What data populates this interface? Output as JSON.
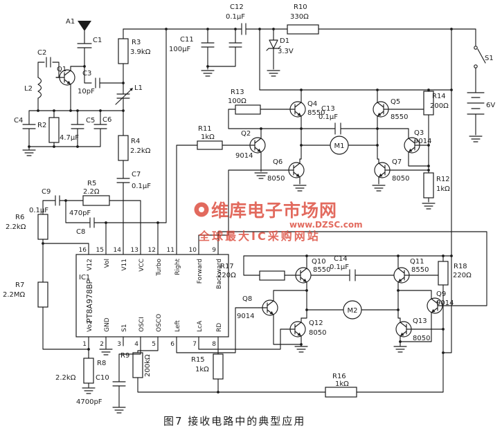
{
  "caption": "图7  接收电路中的典型应用",
  "watermark": {
    "brand": "维库电子市场网",
    "url": "www.DZSC.com",
    "tagline": "全球最大IC采购网站"
  },
  "ic": {
    "ref": "IC1",
    "part": "PT8A978BP",
    "top_pins": [
      {
        "num": "16",
        "label": "V12"
      },
      {
        "num": "15",
        "label": "Vol"
      },
      {
        "num": "14",
        "label": "V11"
      },
      {
        "num": "13",
        "label": "VCC"
      },
      {
        "num": "12",
        "label": "Turbo"
      },
      {
        "num": "11",
        "label": "Right"
      },
      {
        "num": "10",
        "label": "Forward"
      },
      {
        "num": "9",
        "label": "Backward"
      }
    ],
    "bottom_pins": [
      {
        "num": "1",
        "label": "Vo2"
      },
      {
        "num": "2",
        "label": "GND"
      },
      {
        "num": "3",
        "label": "S1"
      },
      {
        "num": "4",
        "label": "OSCI"
      },
      {
        "num": "5",
        "label": "OSCO"
      },
      {
        "num": "6",
        "label": "Left"
      },
      {
        "num": "7",
        "label": "LcA"
      },
      {
        "num": "8",
        "label": "RD"
      }
    ]
  },
  "components": {
    "a1": {
      "ref": "A1"
    },
    "c1": {
      "ref": "C1"
    },
    "c2": {
      "ref": "C2"
    },
    "q1": {
      "ref": "Q1"
    },
    "l2": {
      "ref": "L2"
    },
    "c3": {
      "ref": "C3",
      "val": "10pF"
    },
    "l1": {
      "ref": "L1"
    },
    "r3": {
      "ref": "R3",
      "val": "3.9kΩ"
    },
    "c4": {
      "ref": "C4"
    },
    "r2": {
      "ref": "R2"
    },
    "c5": {
      "ref": "C5",
      "val": "4.7μF"
    },
    "c6": {
      "ref": "C6"
    },
    "r4": {
      "ref": "R4",
      "val": "2.2kΩ"
    },
    "c7": {
      "ref": "C7",
      "val": "0.1μF"
    },
    "c9": {
      "ref": "C9",
      "val": "0.1μF"
    },
    "r5": {
      "ref": "R5",
      "val": "2.2Ω"
    },
    "c8": {
      "ref": "C8",
      "val": "470pF"
    },
    "r6": {
      "ref": "R6",
      "val": "2.2kΩ"
    },
    "r7": {
      "ref": "R7",
      "val": "2.2MΩ"
    },
    "r8": {
      "ref": "R8",
      "val": "2.2kΩ"
    },
    "c10": {
      "ref": "C10",
      "val": "4700pF"
    },
    "r9": {
      "ref": "R9",
      "val": "200kΩ"
    },
    "c12": {
      "ref": "C12",
      "val": "0.1μF"
    },
    "r10": {
      "ref": "R10",
      "val": "330Ω"
    },
    "c11": {
      "ref": "C11",
      "val": "100μF"
    },
    "d1": {
      "ref": "D1",
      "val": "3.3V"
    },
    "r13": {
      "ref": "R13",
      "val": "100Ω"
    },
    "q4": {
      "ref": "Q4",
      "val": "8550"
    },
    "c13": {
      "ref": "C13",
      "val": "0.1μF"
    },
    "q5": {
      "ref": "Q5",
      "val": "8550"
    },
    "r14": {
      "ref": "R14",
      "val": "200Ω"
    },
    "q2": {
      "ref": "Q2",
      "val": "9014"
    },
    "m1": {
      "ref": "M1"
    },
    "q3": {
      "ref": "Q3",
      "val": "9014"
    },
    "r11": {
      "ref": "R11",
      "val": "1kΩ"
    },
    "q6": {
      "ref": "Q6",
      "val": "8050"
    },
    "q7": {
      "ref": "Q7",
      "val": "8050"
    },
    "r12": {
      "ref": "R12",
      "val": "1kΩ"
    },
    "s1": {
      "ref": "S1"
    },
    "bt1": {
      "val": "6V"
    },
    "r17": {
      "ref": "R17",
      "val": "220Ω"
    },
    "q10": {
      "ref": "Q10",
      "val": "8550"
    },
    "c14": {
      "ref": "C14",
      "val": "0.1μF"
    },
    "q11": {
      "ref": "Q11",
      "val": "8550"
    },
    "r18": {
      "ref": "R18",
      "val": "220Ω"
    },
    "q8": {
      "ref": "Q8",
      "val": "9014"
    },
    "m2": {
      "ref": "M2"
    },
    "q9": {
      "ref": "Q9",
      "val": "9014"
    },
    "q12": {
      "ref": "Q12",
      "val": "8050"
    },
    "q13": {
      "ref": "Q13",
      "val": "8050"
    },
    "r15": {
      "ref": "R15",
      "val": "1kΩ"
    },
    "r16": {
      "ref": "R16",
      "val": "1kΩ"
    }
  }
}
